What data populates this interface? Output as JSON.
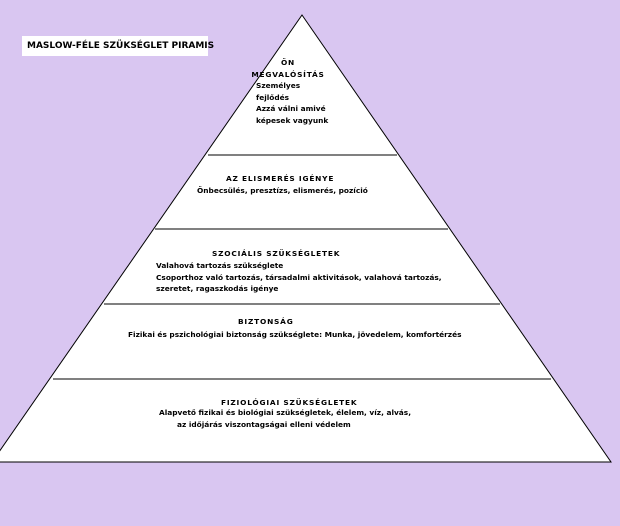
{
  "title": "MASLOW-FÉLE SZÜKSÉGLET PIRAMIS",
  "levels": [
    {
      "heading_lines": [
        "ÖN",
        "MEGVALÓSÍTÁS"
      ],
      "body_lines": [
        "Személyes",
        "fejlődés",
        "Azzá válni amivé",
        "képesek vagyunk"
      ]
    },
    {
      "heading": "AZ ELISMERÉS IGÉNYE",
      "body_lines": [
        "Önbecsülés, presztízs, elismerés, pozíció"
      ]
    },
    {
      "heading": "SZOCIÁLIS SZÜKSÉGLETEK",
      "body_lines": [
        "Valahová tartozás szükséglete",
        "Csoporthoz való tartozás, társadalmi aktivitások, valahová tartozás,",
        "szeretet, ragaszkodás igénye"
      ]
    },
    {
      "heading": "BIZTONSÁG",
      "body_lines": [
        "Fizikai és pszichológiai biztonság szükséglete: Munka, jövedelem, komfortérzés"
      ]
    },
    {
      "heading": "FIZIOLÓGIAI SZÜKSÉGLETEK",
      "body_lines": [
        "Alapvető fizikai és biológiai szükségletek, élelem, víz, alvás,",
        "az időjárás viszontagságai elleni védelem"
      ]
    }
  ],
  "colors": {
    "background": "#d9c6f1",
    "pyramid_fill": "#ffffff",
    "outline": "#000000"
  }
}
